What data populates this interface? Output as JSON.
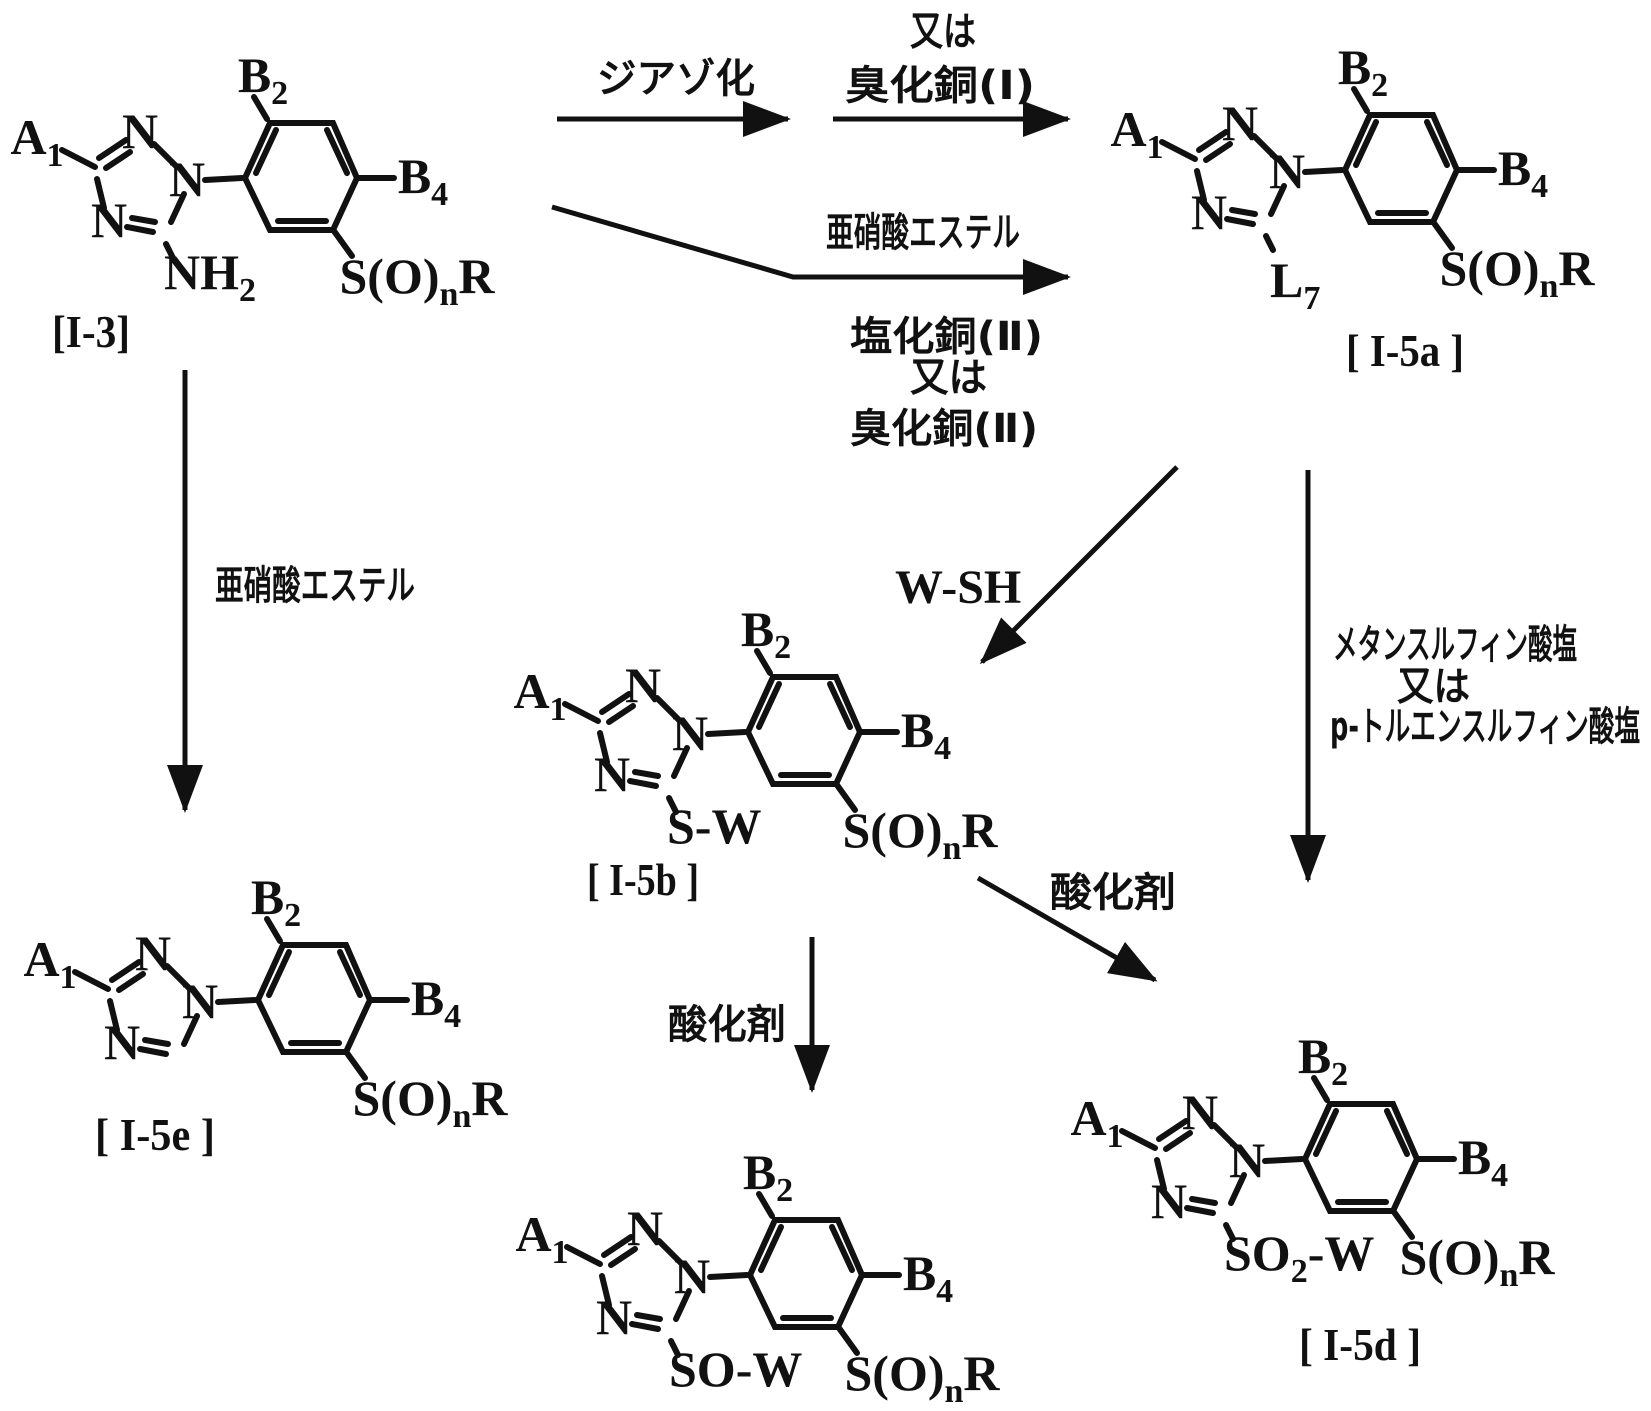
{
  "figure": {
    "kind": "chemical-reaction-scheme",
    "atoms": {
      "n": "N"
    },
    "shared": {
      "a1": {
        "pre": "A",
        "sub": "1",
        "post": ""
      },
      "b2": {
        "pre": "B",
        "sub": "2",
        "post": ""
      },
      "b4": {
        "pre": "B",
        "sub": "4",
        "post": ""
      },
      "sor": {
        "pre": "S(O)",
        "sub": "n",
        "post": "R"
      }
    },
    "compounds": [
      {
        "tag": "[I-3]",
        "c5": {
          "pre": "NH",
          "sub": "2",
          "post": ""
        }
      },
      {
        "tag": "[ I-5a ]",
        "c5": {
          "pre": "L",
          "sub": "7",
          "post": ""
        }
      },
      {
        "tag": "[ I-5b ]",
        "c5": {
          "pre": "S-W",
          "sub": "",
          "post": ""
        }
      },
      {
        "tag": "[ I-5e ]"
      },
      {
        "tag": "",
        "c5": {
          "pre": "SO-W",
          "sub": "",
          "post": ""
        }
      },
      {
        "tag": "[ I-5d ]",
        "c5": {
          "pre": "SO",
          "sub": "2",
          "post": "-W"
        }
      }
    ],
    "reactions": {
      "diazotization": "ジアゾ化",
      "or": "又は",
      "copper_i_bromide": "臭化銅(I)",
      "nitrite_ester": "亜硝酸エステル",
      "copper_ii_chloride": "塩化銅(Ⅱ)",
      "copper_ii_bromide": "臭化銅(Ⅱ)",
      "thiol": "W-SH",
      "methanesulfinate": "メタンスルフィン酸塩",
      "p_toluenesulfinate": "p-トルエンスルフィン酸塩",
      "oxidant": "酸化剤"
    }
  }
}
